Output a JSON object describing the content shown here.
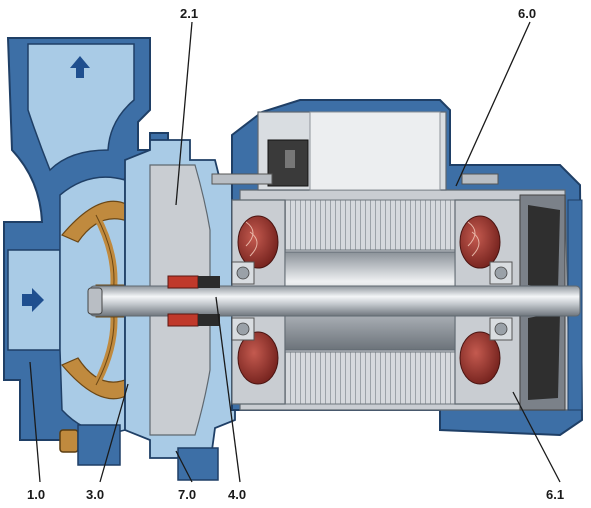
{
  "callouts": {
    "top_left": "2.1",
    "top_right": "6.0",
    "bottom": [
      "1.0",
      "3.0",
      "7.0",
      "4.0",
      "6.1"
    ]
  },
  "colors": {
    "housing_blue": "#3d6fa6",
    "housing_inner": "#a9cbe6",
    "motor_grey": "#c9cdd2",
    "winding_red": "#9a2f2a",
    "impeller_bronze": "#c08a3e",
    "shaft_silver": "#d9dde1",
    "arrow_blue": "#1f4f8f"
  },
  "icons": [
    "flow-up-arrow-icon",
    "flow-right-arrow-icon"
  ]
}
